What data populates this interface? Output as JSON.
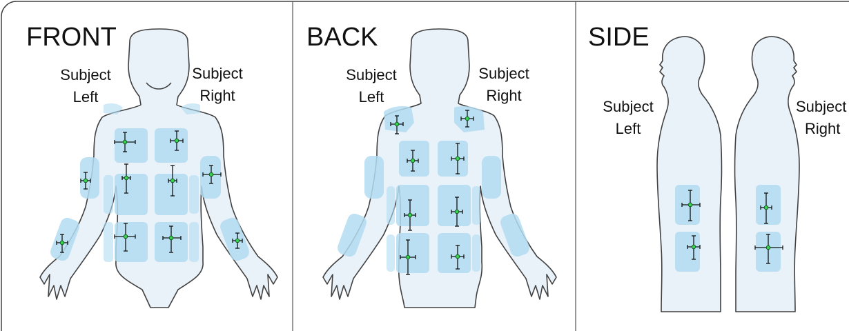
{
  "panels": {
    "front": {
      "title": "FRONT",
      "left_label": [
        "Subject",
        "Left"
      ],
      "right_label": [
        "Subject",
        "Right"
      ]
    },
    "back": {
      "title": "BACK",
      "left_label": [
        "Subject",
        "Left"
      ],
      "right_label": [
        "Subject",
        "Right"
      ]
    },
    "side": {
      "title": "SIDE",
      "left_label": [
        "Subject",
        "Left"
      ],
      "right_label": [
        "Subject",
        "Right"
      ]
    }
  },
  "colors": {
    "zone_fill": "#b3dcf1",
    "body_fill": "#e9f2f9",
    "marker_fill": "#39d353",
    "outline": "#404040"
  },
  "icons": [
    "crosshair-marker-icon"
  ]
}
